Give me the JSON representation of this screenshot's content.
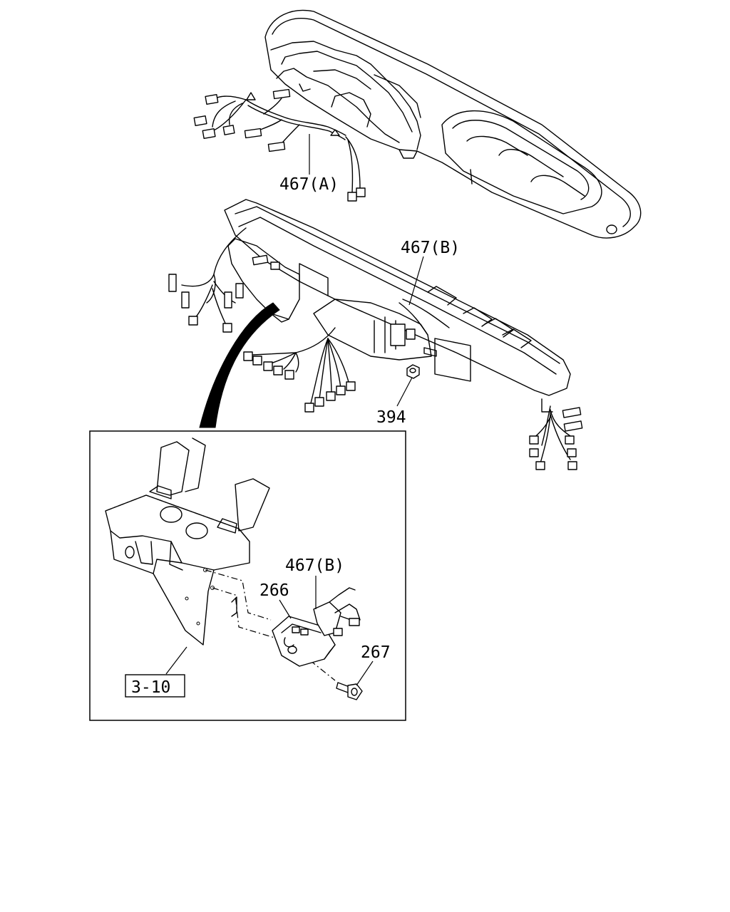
{
  "callouts": {
    "harness_a": "467(A)",
    "harness_b_main": "467(B)",
    "clip": "394",
    "harness_b_detail": "467(B)",
    "bracket": "266",
    "bolt": "267",
    "reference": "3-10"
  },
  "icons": {
    "instrument_panel": "dashboard-shell-drawing",
    "harness_a": "wire-harness-drawing",
    "cross_beam": "instrument-panel-beam-drawing",
    "detail_arrow": "detail-pointer-arrow",
    "detail_bracket": "mounting-bracket-drawing"
  }
}
